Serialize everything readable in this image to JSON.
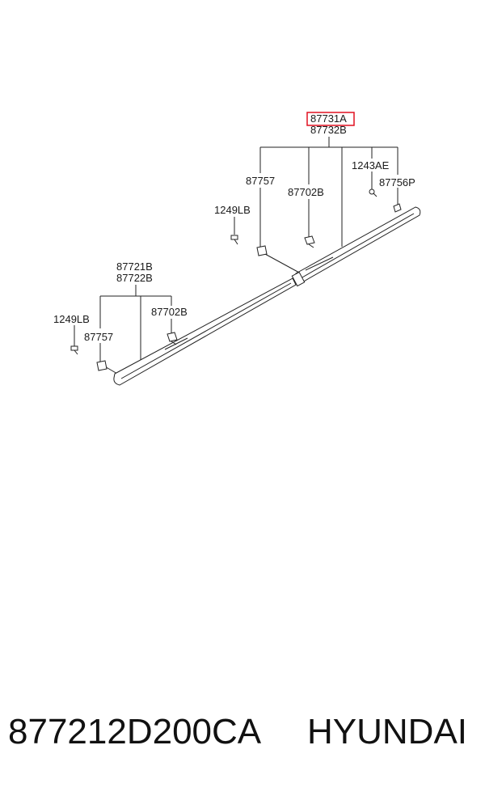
{
  "diagram": {
    "labels": {
      "upper_assembly_primary": "87731A",
      "upper_assembly_secondary": "87732B",
      "upper_clip": "87757",
      "upper_fastener": "87702B",
      "upper_bolt": "1249LB",
      "upper_screw": "1243AE",
      "upper_end_clip": "87756P",
      "lower_assembly_primary": "87721B",
      "lower_assembly_secondary": "87722B",
      "lower_fastener": "87702B",
      "lower_bolt": "1249LB",
      "lower_clip": "87757"
    },
    "highlight_color": "#e01020"
  },
  "footer": {
    "part_number": "877212D200CA",
    "brand": "HYUNDAI"
  }
}
